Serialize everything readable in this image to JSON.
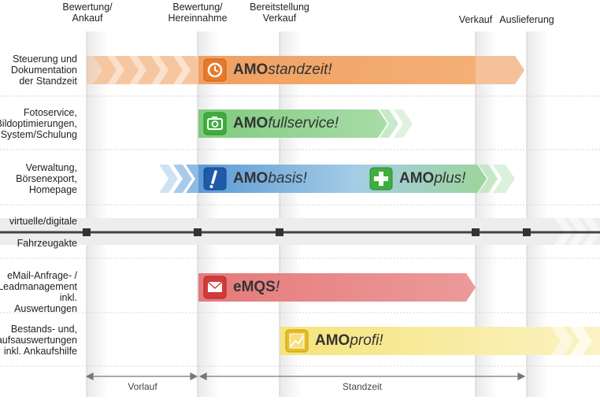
{
  "milestones": [
    {
      "label": "Bewertung/\nAnkauf"
    },
    {
      "label": "Bewertung/\nHereinnahme"
    },
    {
      "label": "Bereitstellung\nVerkauf"
    },
    {
      "label": "Verkauf"
    },
    {
      "label": "Auslieferung"
    }
  ],
  "rows": [
    {
      "label": "Steuerung und\nDokumentation\nder Standzeit"
    },
    {
      "label": "Fotoservice,\nBildoptimierungen,\nSystem/Schulung"
    },
    {
      "label": "Verwaltung,\nBörsenexport,\nHomepage"
    },
    {
      "label": "virtuelle/digitale\n\nFahrzeugakte"
    },
    {
      "label": "eMail-Anfrage- /\nLeadmanagement\ninkl. Auswertungen"
    },
    {
      "label": "Bestands- und,\nVerkaufsauswertungen\ninkl. Ankaufshilfe"
    }
  ],
  "products": {
    "standzeit": {
      "prefix": "AMO",
      "suffix": "standzeit!",
      "icon": "clock-icon",
      "color": "#f2a463"
    },
    "fullservice": {
      "prefix": "AMO",
      "suffix": "fullservice!",
      "icon": "camera-icon",
      "color": "#92d392"
    },
    "basis": {
      "prefix": "AMO",
      "suffix": "basis!",
      "icon": "exclamation-icon",
      "color": "#7fb3e0"
    },
    "plus": {
      "prefix": "AMO",
      "suffix": "plus!",
      "icon": "plus-icon",
      "color": "#9bd59b"
    },
    "emqs": {
      "prefix": "eMQS",
      "suffix": "!",
      "icon": "envelope-icon",
      "color": "#e98a8a"
    },
    "profi": {
      "prefix": "AMO",
      "suffix": "profi!",
      "icon": "chart-icon",
      "color": "#f6e88a"
    }
  },
  "axis": {
    "vorlauf": "Vorlauf",
    "standzeit": "Standzeit"
  }
}
